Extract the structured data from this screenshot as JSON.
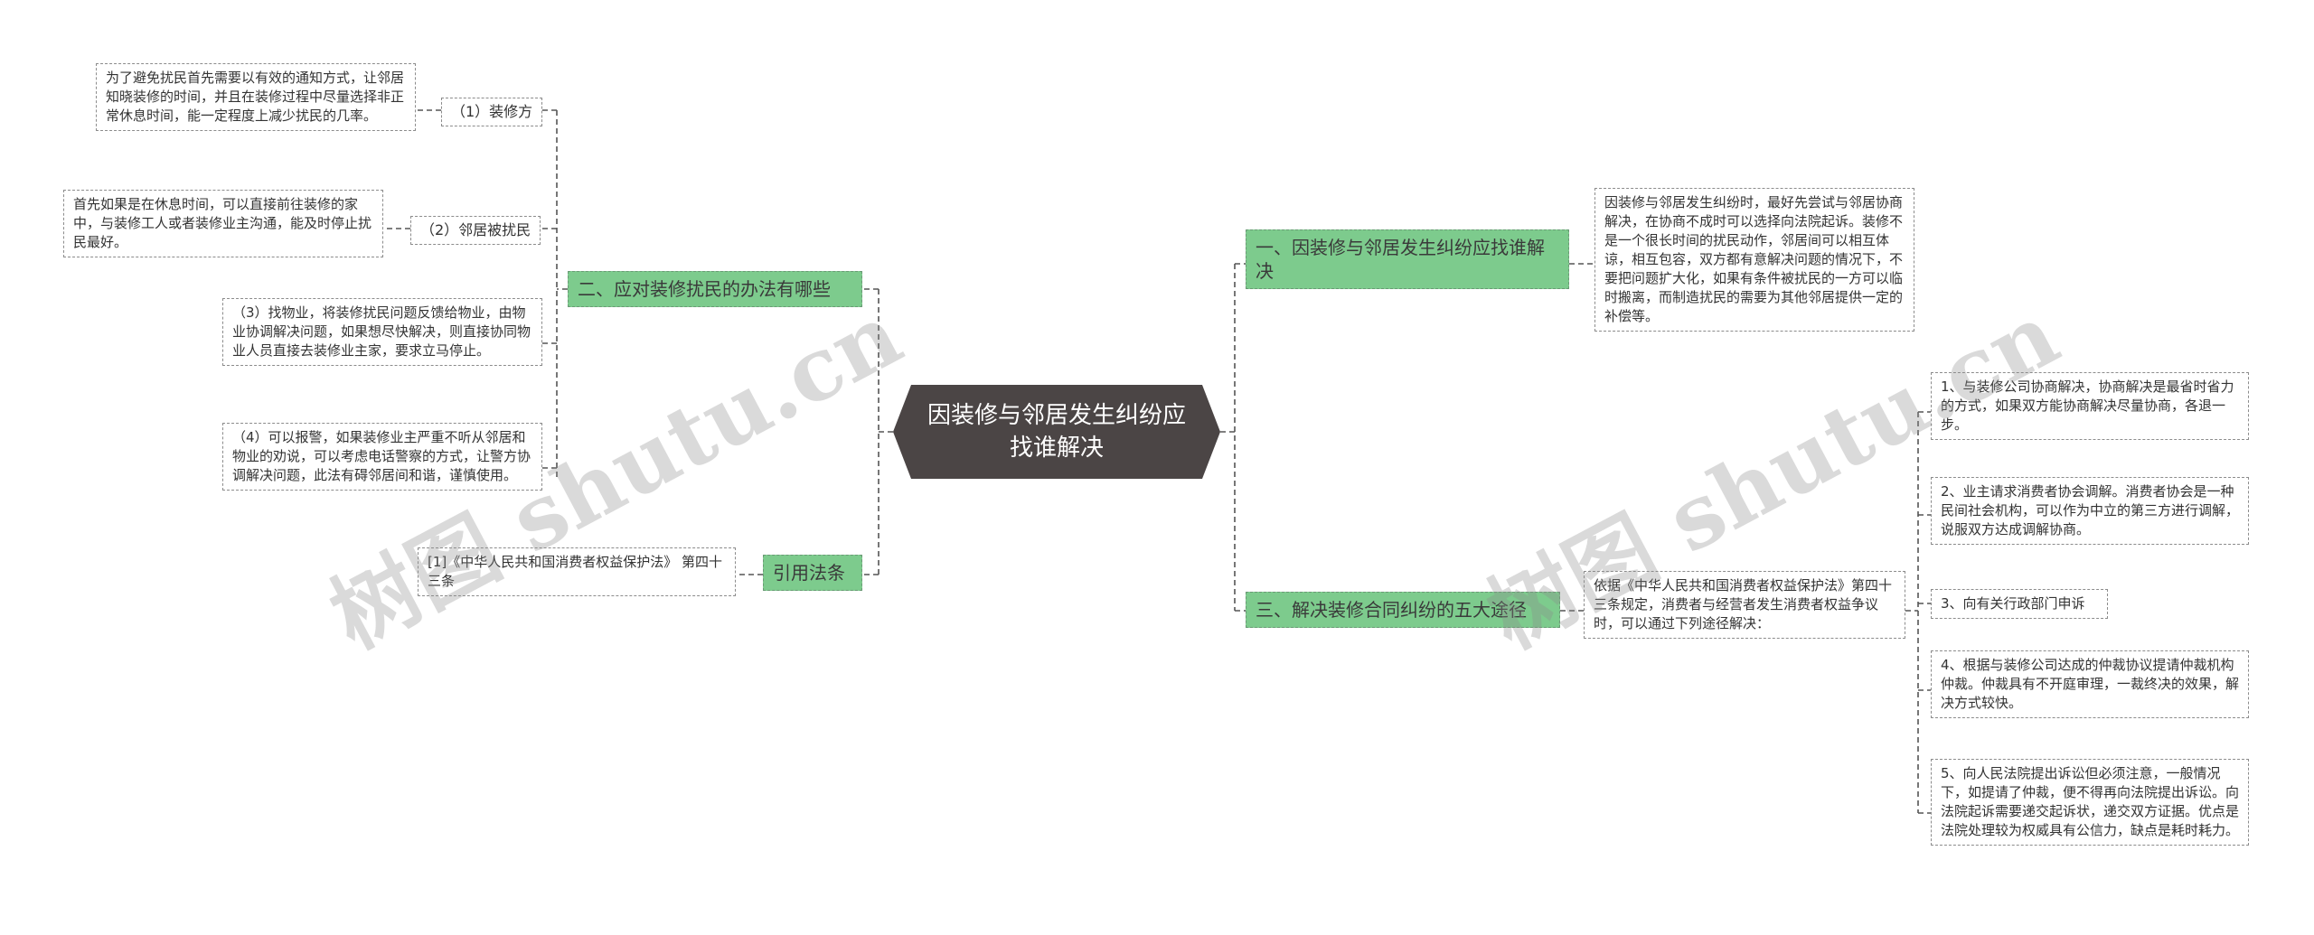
{
  "root": {
    "label": "因装修与邻居发生纠纷应找谁解决"
  },
  "left": {
    "branch1": {
      "label": "二、应对装修扰民的办法有哪些",
      "sub1": {
        "label": "（1）装修方",
        "text": "为了避免扰民首先需要以有效的通知方式，让邻居知晓装修的时间，并且在装修过程中尽量选择非正常休息时间，能一定程度上减少扰民的几率。"
      },
      "sub2": {
        "label": "（2）邻居被扰民",
        "text": "首先如果是在休息时间，可以直接前往装修的家中，与装修工人或者装修业主沟通，能及时停止扰民最好。"
      },
      "item3": "（3）找物业，将装修扰民问题反馈给物业，由物业协调解决问题，如果想尽快解决，则直接协同物业人员直接去装修业主家，要求立马停止。",
      "item4": "（4）可以报警，如果装修业主严重不听从邻居和物业的劝说，可以考虑电话警察的方式，让警方协调解决问题，此法有碍邻居间和谐，谨慎使用。"
    },
    "branch2": {
      "label": "引用法条",
      "text": "[1]《中华人民共和国消费者权益保护法》 第四十三条"
    }
  },
  "right": {
    "branch1": {
      "label": "一、因装修与邻居发生纠纷应找谁解决",
      "text": "因装修与邻居发生纠纷时，最好先尝试与邻居协商解决，在协商不成时可以选择向法院起诉。装修不是一个很长时间的扰民动作，邻居间可以相互体谅，相互包容，双方都有意解决问题的情况下，不要把问题扩大化，如果有条件被扰民的一方可以临时搬离，而制造扰民的需要为其他邻居提供一定的补偿等。"
    },
    "branch2": {
      "label": "三、解决装修合同纠纷的五大途径",
      "text": "依据《中华人民共和国消费者权益保护法》第四十三条规定，消费者与经营者发生消费者权益争议时，可以通过下列途径解决：",
      "items": [
        "1、与装修公司协商解决，协商解决是最省时省力的方式，如果双方能协商解决尽量协商，各退一步。",
        "2、业主请求消费者协会调解。消费者协会是一种民间社会机构，可以作为中立的第三方进行调解，说服双方达成调解协商。",
        "3、向有关行政部门申诉",
        "4、根据与装修公司达成的仲裁协议提请仲裁机构仲裁。仲裁具有不开庭审理，一裁终决的效果，解决方式较快。",
        "5、向人民法院提出诉讼但必须注意，一般情况下，如提请了仲裁，便不得再向法院提出诉讼。向法院起诉需要递交起诉状，递交双方证据。优点是法院处理较为权威具有公信力，缺点是耗时耗力。"
      ]
    }
  },
  "watermark": {
    "text": "树图 shutu.cn"
  },
  "colors": {
    "root": "#4b4545",
    "topic": "#7dcb8d",
    "line": "#555555"
  }
}
